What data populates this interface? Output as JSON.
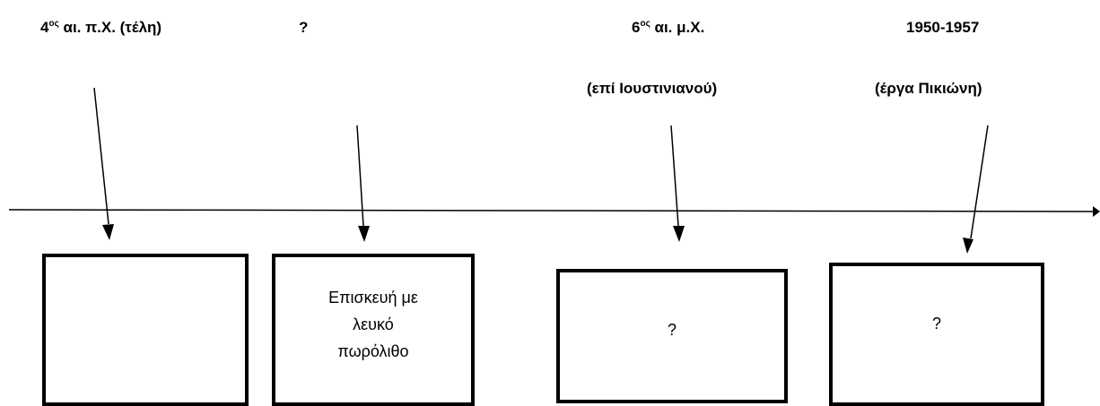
{
  "periods": [
    {
      "main": "4",
      "sup": "ος",
      "rest": " αι. π.Χ. (τέλη)",
      "sub": "",
      "box_lines": []
    },
    {
      "main": "?",
      "sup": "",
      "rest": "",
      "sub": "",
      "box_lines": [
        "Επισκευή με",
        "λευκό",
        "πωρόλιθο"
      ]
    },
    {
      "main": "6",
      "sup": "ος",
      "rest": " αι. μ.Χ.",
      "sub": "(επί Ιουστινιανού)",
      "box_lines": [
        "?"
      ]
    },
    {
      "main": "1950-1957",
      "sup": "",
      "rest": "",
      "sub": "(έργα Πικιώνη)",
      "box_lines": [
        "?"
      ]
    }
  ]
}
